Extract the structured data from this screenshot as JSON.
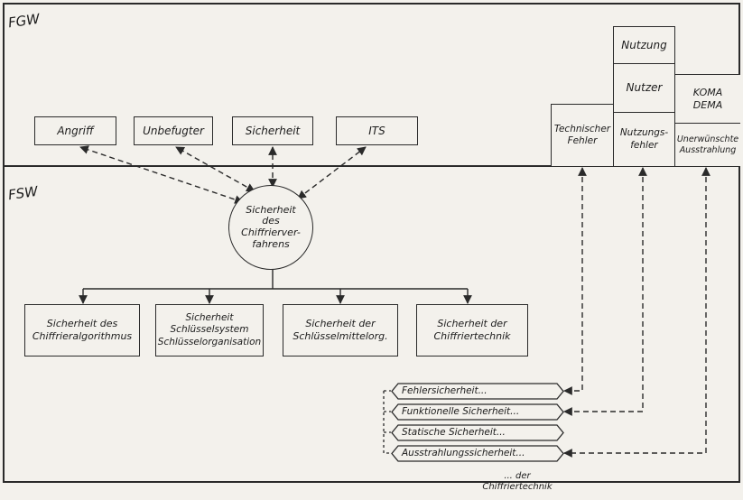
{
  "regions": {
    "fgw": "FGW",
    "fsw": "FSW"
  },
  "threats": [
    "Angriff",
    "Unbefugter",
    "Sicherheit",
    "ITS"
  ],
  "center": "Sicherheit\ndes\nChiffrierver-\nfahrens",
  "branches": [
    "Sicherheit des\nChiffrieralgorithmus",
    "Sicherheit\nSchlüsselsystem\nSchlüsselorganisation",
    "Sicherheit der\nSchlüsselmittelorg.",
    "Sicherheit der\nChiffriertechnik"
  ],
  "right_boxes": {
    "nutzung": "Nutzung",
    "nutzer": "Nutzer",
    "koma_dema": "KOMA\nDEMA",
    "technischer_fehler": "Technischer\nFehler",
    "nutzungsfehler": "Nutzungs-\nfehler",
    "unerwuenschte": "Unerwünschte\nAusstrahlung"
  },
  "sub_items": [
    "Fehlersicherheit...",
    "Funktionelle Sicherheit...",
    "Statische Sicherheit...",
    "Ausstrahlungssicherheit..."
  ],
  "footnote": "... der\nChiffriertechnik"
}
